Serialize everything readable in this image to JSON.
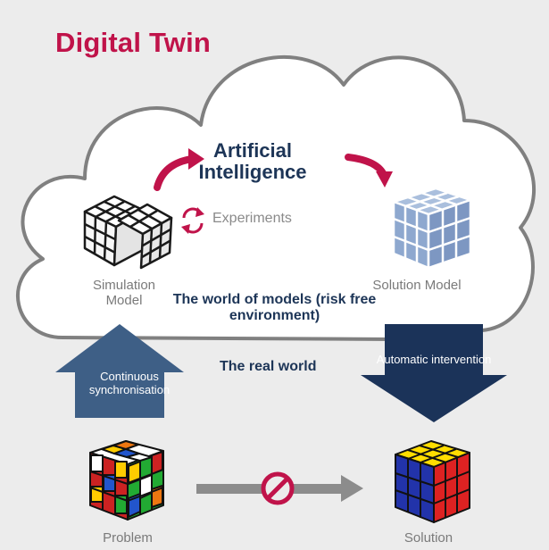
{
  "title": "Digital Twin",
  "ai_label": "Artificial Intelligence",
  "experiments_label": "Experiments",
  "simulation_model_label": "Simulation Model",
  "solution_model_label": "Solution Model",
  "world_of_models_label": "The world of models (risk free environment)",
  "real_world_label": "The real world",
  "continuous_sync_label": "Continuous synchronisation",
  "automatic_intervention_label": "Automatic intervention",
  "problem_label": "Problem",
  "solution_label": "Solution",
  "colors": {
    "title": "#c0134a",
    "accent_arrow": "#c0134a",
    "navy_text": "#1d3557",
    "sync_arrow": "#3e5f86",
    "intervention_arrow": "#1b3359",
    "cloud_stroke": "#808080",
    "solution_model_face": "#8ea8cf"
  },
  "icons": [
    "curved-arrow-icon",
    "refresh-cycle-icon",
    "prohibited-icon",
    "rubiks-cube-icon"
  ]
}
